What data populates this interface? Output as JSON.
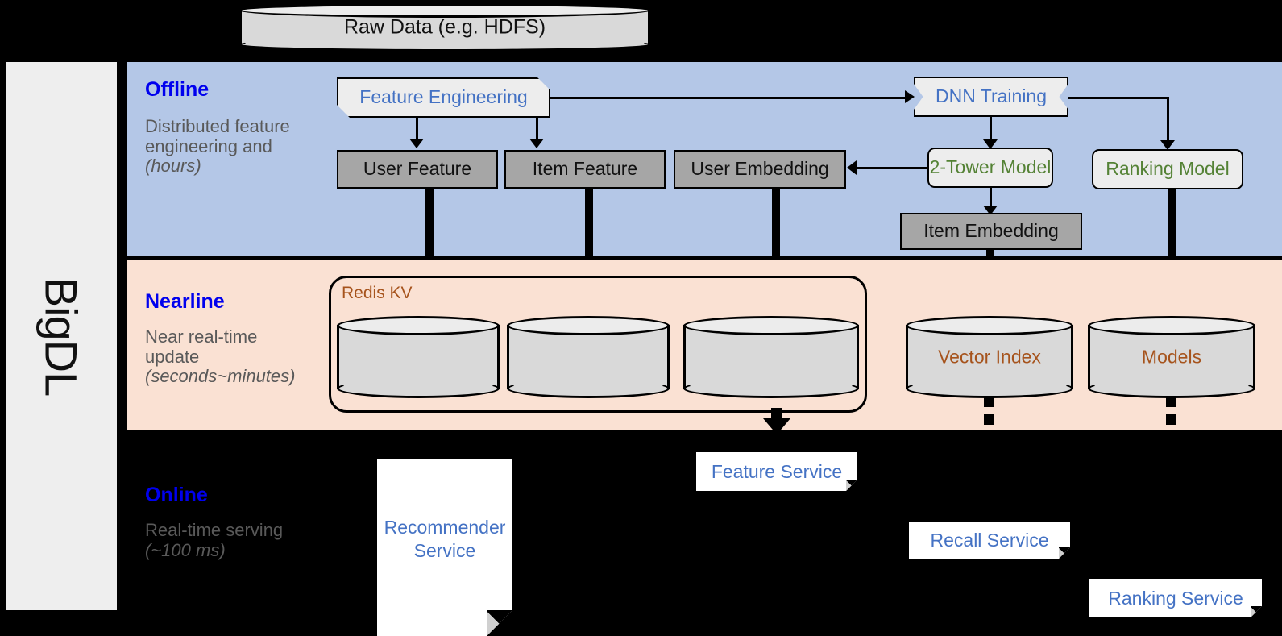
{
  "platform": {
    "name": "BigDL"
  },
  "source": {
    "label": "Raw Data (e.g. HDFS)"
  },
  "bands": {
    "offline": {
      "title": "Offline",
      "desc_plain": "Distributed feature engineering and ",
      "desc_italic": "(hours)"
    },
    "nearline": {
      "title": "Nearline",
      "desc_plain": "Near real-time update ",
      "desc_italic": "(seconds~minutes)"
    },
    "online": {
      "title": "Online",
      "desc_plain": "Real-time serving ",
      "desc_italic": "(~100 ms)"
    }
  },
  "offline_nodes": {
    "feature_engineering": "Feature Engineering",
    "dnn_training": "DNN Training",
    "user_feature": "User Feature",
    "item_feature": "Item Feature",
    "user_embedding": "User Embedding",
    "two_tower_model": "2-Tower Model",
    "ranking_model": "Ranking Model",
    "item_embedding": "Item Embedding"
  },
  "nearline_nodes": {
    "redis_group": "Redis KV",
    "store_1": "",
    "store_2": "",
    "store_3": "",
    "vector_index": "Vector Index",
    "models": "Models"
  },
  "online_nodes": {
    "recommender_service": "Recommender Service",
    "feature_service": "Feature Service",
    "recall_service": "Recall Service",
    "ranking_service": "Ranking Service"
  },
  "colors": {
    "offline_band": "#b4c7e7",
    "nearline_band": "#fae1d3",
    "online_band": "#000000",
    "band_title": "#0000ee",
    "band_desc": "#595959",
    "blue_text": "#4472c4",
    "green_text": "#548235",
    "brown_text": "#a6531c",
    "gray_store": "#a6a6a6",
    "rail": "#eeeeee"
  }
}
